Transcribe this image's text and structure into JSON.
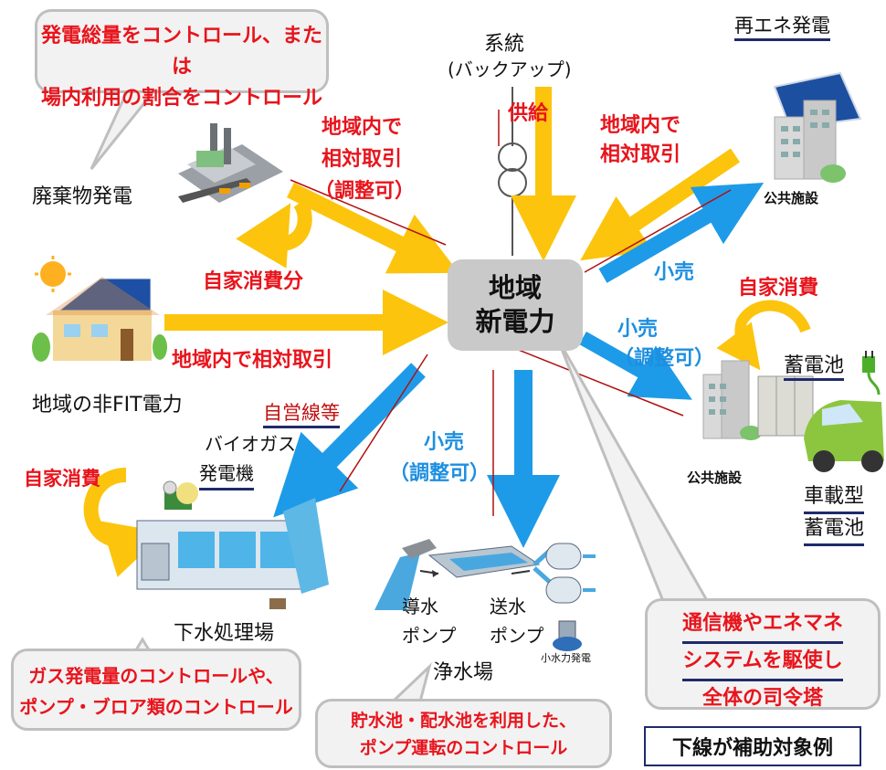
{
  "hub": {
    "line1": "地域",
    "line2": "新電力"
  },
  "grid": {
    "title": "系統",
    "sub": "(バックアップ)",
    "supply": "供給"
  },
  "renewable": {
    "title": "再エネ発電",
    "facility": "公共施設"
  },
  "waste": {
    "name": "廃棄物発電",
    "trade1": "地域内で",
    "trade2": "相対取引",
    "trade3": "（調整可）",
    "self": "自家消費分"
  },
  "renewable_trade": {
    "line1": "地域内で",
    "line2": "相対取引",
    "retail": "小売"
  },
  "bubble_top": {
    "line1": "発電総量をコントロール、または",
    "line2": "場内利用の割合をコントロール"
  },
  "nonfit": {
    "name": "地域の非FIT電力",
    "trade": "地域内で相対取引"
  },
  "battery": {
    "self": "自家消費",
    "retail": "小売",
    "retail_adj": "（調整可）",
    "battery": "蓄電池",
    "facility": "公共施設",
    "ev1": "車載型",
    "ev2": "蓄電池"
  },
  "private_line": "自営線等",
  "sewage": {
    "biogas1": "バイオガス",
    "biogas2": "発電機",
    "self": "自家消費",
    "plant": "下水処理場"
  },
  "water": {
    "retail": "小売",
    "retail_adj": "（調整可）",
    "pump1a": "導水",
    "pump1b": "ポンプ",
    "pump2a": "送水",
    "pump2b": "ポンプ",
    "plant": "浄水場",
    "hydro": "小水力発電"
  },
  "bubble_sewage": {
    "line1": "ガス発電量のコントロールや、",
    "line2": "ポンプ・ブロア類のコントロール"
  },
  "bubble_water": {
    "line1": "貯水池・配水池を利用した、",
    "line2": "ポンプ運転のコントロール"
  },
  "bubble_ems": {
    "line1": "通信機やエネマネ",
    "line2": "システムを駆使し",
    "line3": "全体の司令塔"
  },
  "legend": "下線が補助対象例",
  "colors": {
    "supply_arrow": "#fcc40c",
    "retail_arrow": "#1d9be8",
    "accent_red": "#e8141c",
    "hub": "#c9c9c9",
    "underline": "#1f2a6b"
  }
}
